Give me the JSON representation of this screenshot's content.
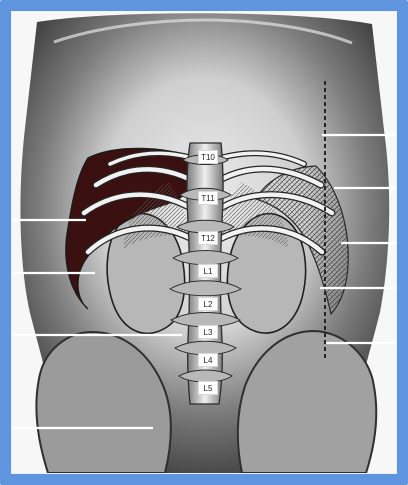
{
  "diagram": {
    "vertebra_labels": [
      "T10",
      "T11",
      "T12",
      "L1",
      "L2",
      "L3",
      "L4",
      "L5"
    ],
    "colors": {
      "frame": "#5f95de",
      "background": "#f7f7f7",
      "shadow": "#595959",
      "ink": "#2a2a2a",
      "dark_organ": "#3a1010",
      "label_bg": "#ffffff"
    }
  }
}
